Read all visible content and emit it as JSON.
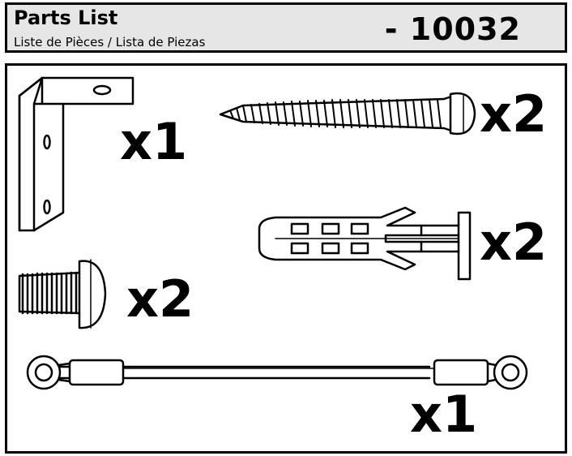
{
  "header": {
    "title": "Parts List",
    "subtitle": "Liste de Pièces / Lista de Piezas",
    "part_number": "- 10032"
  },
  "parts": [
    {
      "name": "angle-bracket",
      "quantity": "x1"
    },
    {
      "name": "wood-screw",
      "quantity": "x2"
    },
    {
      "name": "wall-anchor",
      "quantity": "x2"
    },
    {
      "name": "machine-screw",
      "quantity": "x2"
    },
    {
      "name": "safety-cable",
      "quantity": "x1"
    }
  ],
  "colors": {
    "header_bg": "#e6e6e6",
    "line": "#000000",
    "fill": "#ffffff"
  }
}
